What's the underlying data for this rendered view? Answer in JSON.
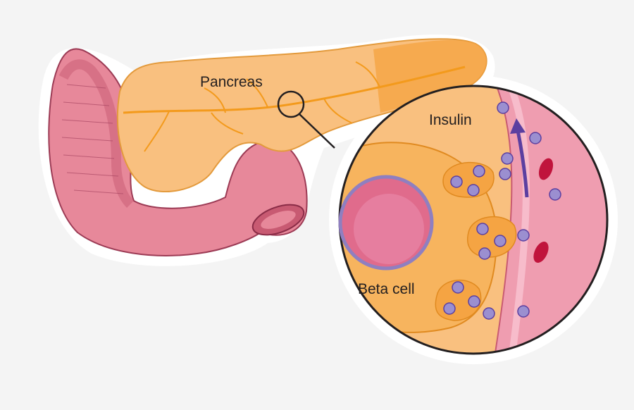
{
  "labels": {
    "pancreas": "Pancreas",
    "insulin": "Insulin",
    "beta_cell": "Beta cell"
  },
  "colors": {
    "pancreas": "#f9c07f",
    "pancreas_duct": "#f39a1c",
    "duodenum": "#e7889a",
    "duodenum_dark": "#c85a72",
    "cell": "#f7b45e",
    "nucleus": "#e06b8c",
    "nucleus_ring": "#8f7fc0",
    "insulin_granule": "#9b8fd0",
    "vessel": "#ef9db0",
    "red_blood_cell": "#c0143c",
    "arrow": "#5b3fa0"
  }
}
